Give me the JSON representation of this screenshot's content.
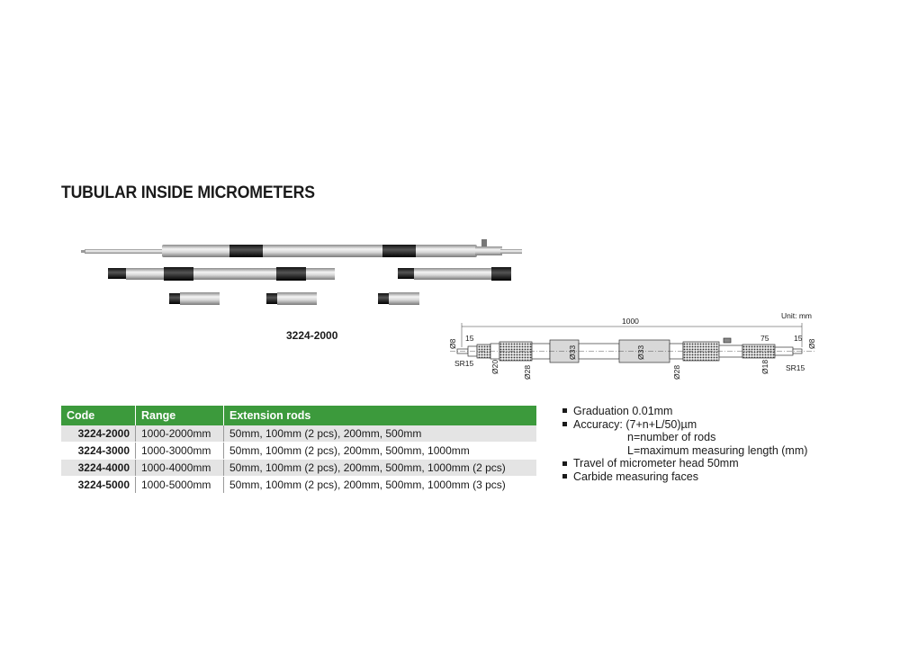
{
  "title": "TUBULAR INSIDE MICROMETERS",
  "model_label": "3224-2000",
  "drawing": {
    "unit": "Unit: mm",
    "dims": {
      "total_length": "1000",
      "left_offset": "15",
      "right_offset_a": "75",
      "right_offset_b": "15",
      "dia_left_tip": "Ø8",
      "dia_right_tip": "Ø8",
      "dia_20": "Ø20",
      "dia_28_left": "Ø28",
      "dia_33_left": "Ø33",
      "dia_33_right": "Ø33",
      "dia_28_right": "Ø28",
      "dia_18": "Ø18",
      "sr_left": "SR15",
      "sr_right": "SR15"
    }
  },
  "table": {
    "headers": [
      "Code",
      "Range",
      "Extension rods"
    ],
    "rows": [
      {
        "code": "3224-2000",
        "range": "1000-2000mm",
        "rods": "50mm, 100mm (2 pcs), 200mm, 500mm"
      },
      {
        "code": "3224-3000",
        "range": "1000-3000mm",
        "rods": "50mm, 100mm (2 pcs), 200mm, 500mm, 1000mm"
      },
      {
        "code": "3224-4000",
        "range": "1000-4000mm",
        "rods": "50mm, 100mm (2 pcs), 200mm, 500mm, 1000mm (2 pcs)"
      },
      {
        "code": "3224-5000",
        "range": "1000-5000mm",
        "rods": "50mm, 100mm (2 pcs), 200mm, 500mm, 1000mm (3 pcs)"
      }
    ]
  },
  "features": [
    {
      "text": "Graduation 0.01mm",
      "sub": []
    },
    {
      "text": "Accuracy: (7+n+L/50)µm",
      "sub": [
        "n=number of rods",
        "L=maximum measuring length (mm)"
      ]
    },
    {
      "text": "Travel of micrometer head 50mm",
      "sub": []
    },
    {
      "text": "Carbide measuring faces",
      "sub": []
    }
  ]
}
